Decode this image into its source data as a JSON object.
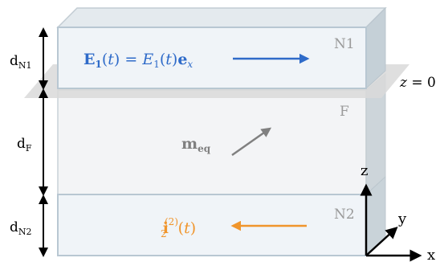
{
  "colors": {
    "blue": "#2f6bc9",
    "orange": "#f0952c",
    "gray_text": "#8a8a8a",
    "box_fill": "#f1f5f9",
    "box_edge": "#b9c8d3",
    "box_side": "#c7d2d9",
    "box_top": "#e2e9ee",
    "plane": "#d6d6d6"
  },
  "layers": {
    "N1": {
      "label": "N1"
    },
    "F": {
      "label": "F"
    },
    "N2": {
      "label": "N2"
    }
  },
  "thickness_labels": {
    "dN1": {
      "main": "d",
      "sub": "N1"
    },
    "dF": {
      "main": "d",
      "sub": "F"
    },
    "dN2": {
      "main": "d",
      "sub": "N2"
    }
  },
  "plane_label": {
    "var": "z",
    "rest": " = 0"
  },
  "field_label": {
    "E": "E",
    "sub1": "1",
    "t_open": "(",
    "t": "t",
    "t_close": ")",
    "eq": " = ",
    "E2": "E",
    "sub2": "1",
    "t2_open": "(",
    "t2": "t",
    "t2_close": ")",
    "e": "e",
    "ex_sub": "x"
  },
  "magnet_label": {
    "m": "m",
    "sub": "eq"
  },
  "current_label": {
    "i": "i",
    "sub": "2",
    "sup": "(2)",
    "t_open": "(",
    "t": "t",
    "t_close": ")"
  },
  "axes": {
    "z": "z",
    "y": "y",
    "x": "x"
  },
  "icons": {
    "field_arrow": "right-arrow",
    "current_arrow": "left-arrow",
    "magnetization_arrow": "diagonal-arrow"
  }
}
